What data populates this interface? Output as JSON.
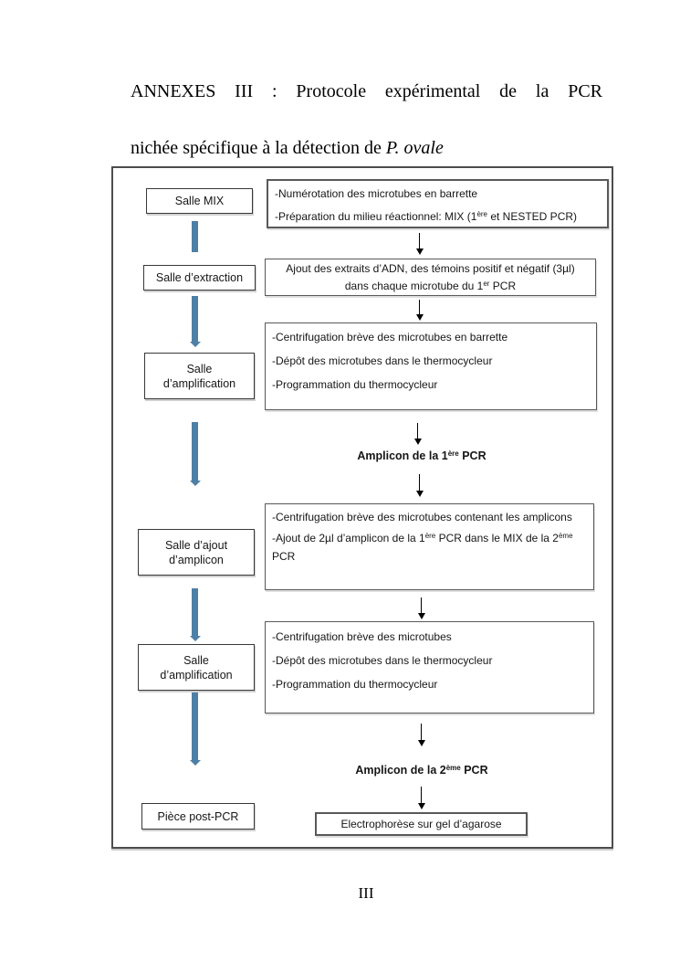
{
  "page": {
    "title_line1": "ANNEXES III : Protocole expérimental de la PCR",
    "title_line2_prefix": "nichée spécifique à la détection de ",
    "title_line2_italic": "P. ovale",
    "page_number": "III"
  },
  "colors": {
    "connector_blue": "#4e7fa5",
    "frame_border": "#4d4d4d",
    "box_border": "#595959",
    "room_border": "#383838",
    "text": "#161616"
  },
  "flowchart": {
    "rooms": [
      {
        "lines": [
          "Salle MIX"
        ]
      },
      {
        "lines": [
          "Salle d’extraction"
        ]
      },
      {
        "lines": [
          "Salle",
          "d’amplification"
        ]
      },
      {
        "lines": [
          "Salle d’ajout",
          "d’amplicon"
        ]
      },
      {
        "lines": [
          "Salle",
          "d’amplification"
        ]
      },
      {
        "lines": [
          "Pièce post-PCR"
        ]
      }
    ],
    "steps": {
      "step1_line1": "-Numérotation des microtubes en barrette",
      "step1_line2_pre": "-Préparation du milieu réactionnel: MIX (1",
      "step1_line2_sup": "ère",
      "step1_line2_post": " et NESTED PCR)",
      "step2_line1": "Ajout des extraits d’ADN, des témoins positif et négatif (3µl)",
      "step2_line2_pre": "dans chaque microtube du 1",
      "step2_line2_sup": "er",
      "step2_line2_post": " PCR",
      "step3_line1": "-Centrifugation brève des microtubes en barrette",
      "step3_line2": "-Dépôt des microtubes dans le thermocycleur",
      "step3_line3": "-Programmation du thermocycleur",
      "amplicon1_pre": "Amplicon de la 1",
      "amplicon1_sup": "ère",
      "amplicon1_post": " PCR",
      "step4_line1": "-Centrifugation brève des microtubes contenant les amplicons",
      "step4_line2_pre": "-Ajout de 2µl d’amplicon de la 1",
      "step4_line2_sup1": "ère",
      "step4_line2_mid": " PCR dans le MIX de la 2",
      "step4_line2_sup2": "ème",
      "step4_line3": "PCR",
      "step5_line1": "-Centrifugation brève des microtubes",
      "step5_line2": "-Dépôt des microtubes dans le thermocycleur",
      "step5_line3": "-Programmation du thermocycleur",
      "amplicon2_pre": "Amplicon de la 2",
      "amplicon2_sup": "ème",
      "amplicon2_post": " PCR",
      "step6": "Electrophorèse sur gel d’agarose"
    }
  }
}
